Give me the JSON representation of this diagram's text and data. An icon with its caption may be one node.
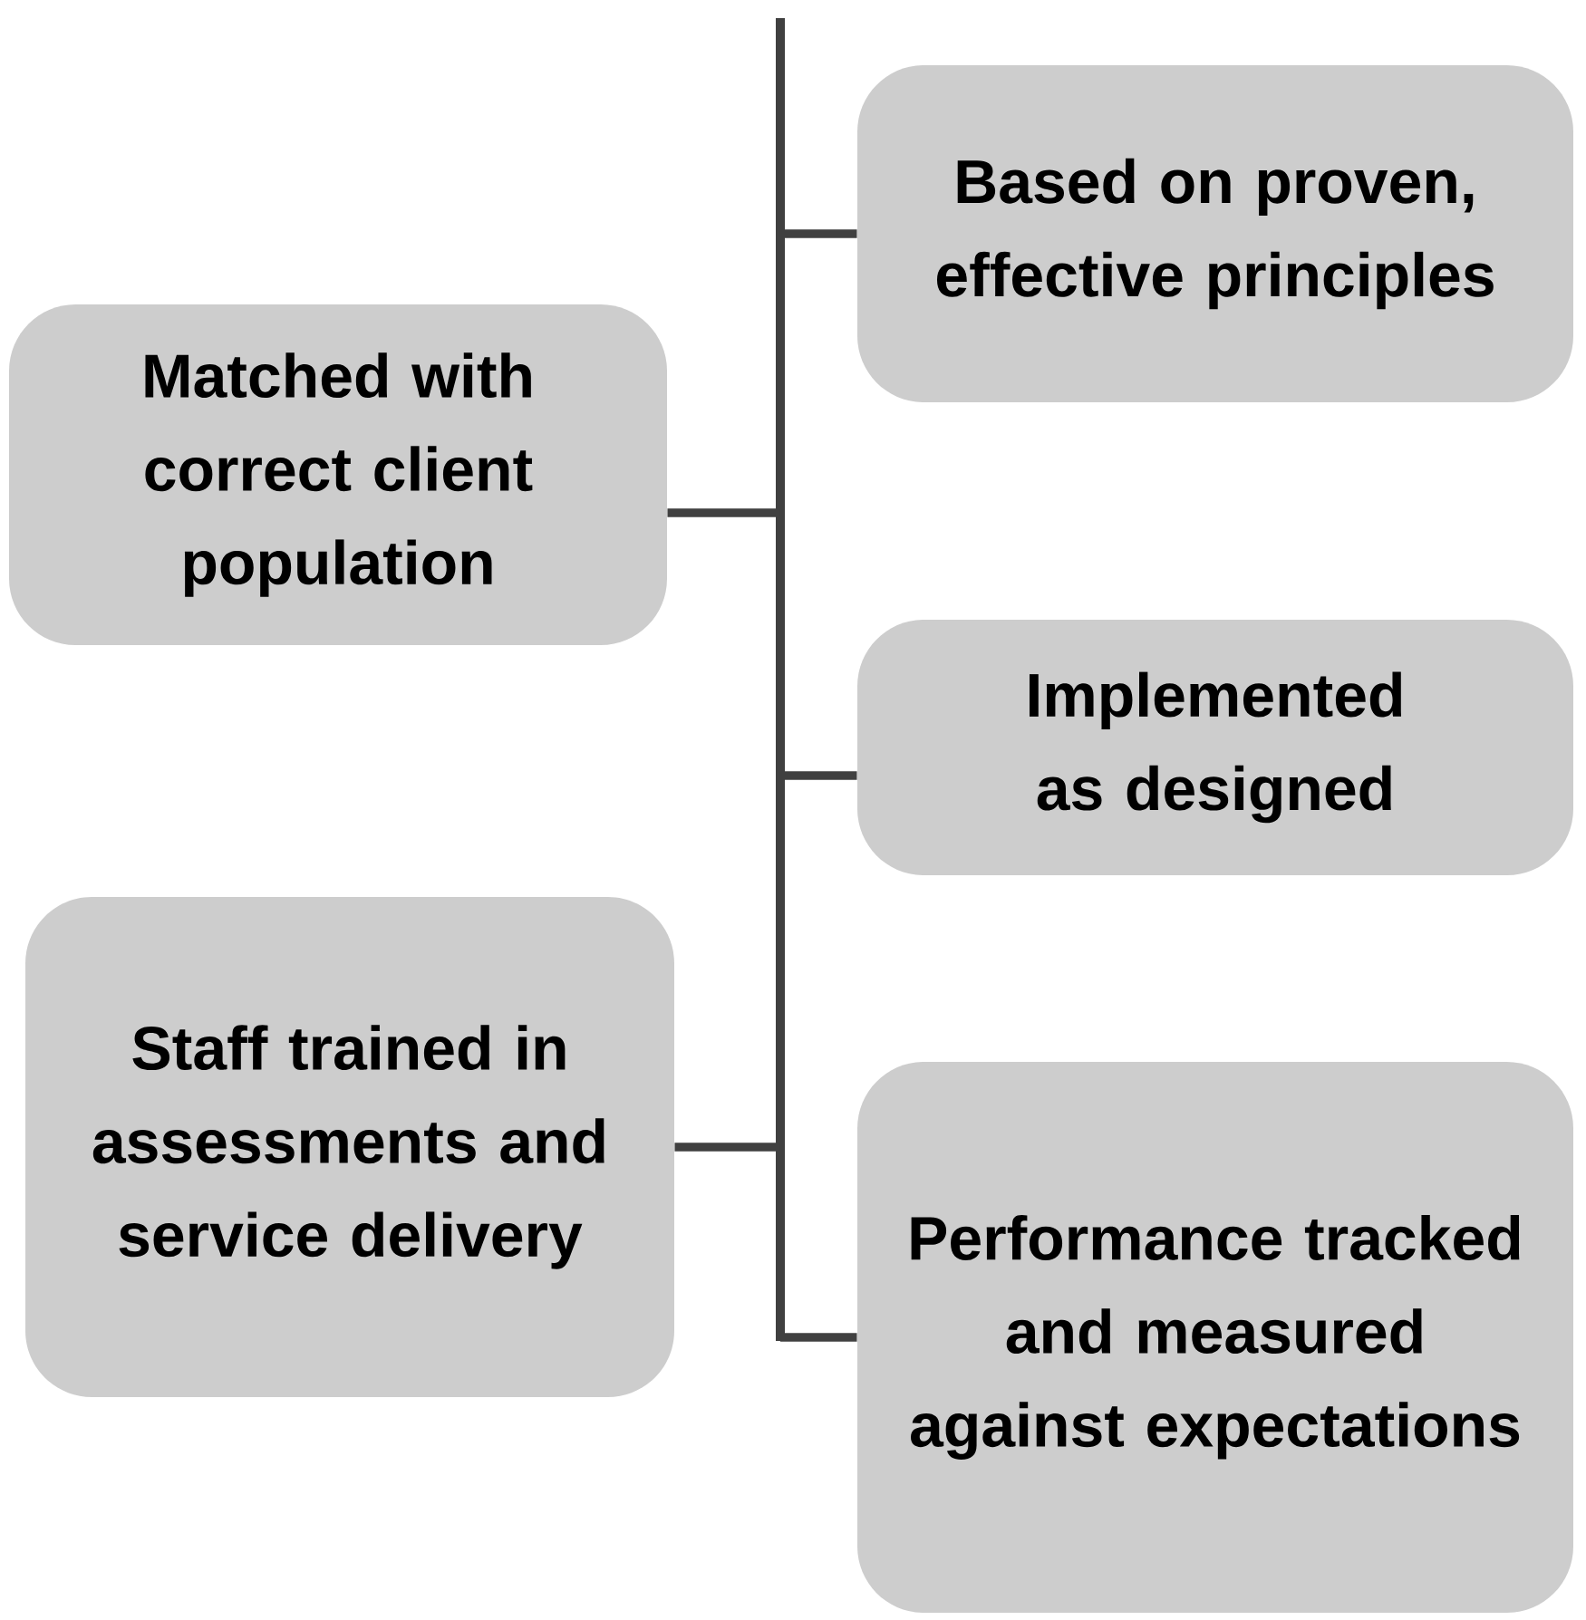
{
  "diagram": {
    "nodes": [
      {
        "text": [],
        "shape": "bar"
      },
      {
        "text": [
          "Based on proven, effective principles"
        ]
      },
      {
        "text": [
          "Matched with correct client population"
        ]
      },
      {
        "text": [
          "Implemented as designed"
        ]
      },
      {
        "text": [
          "Staff trained in assessments and service delivery"
        ]
      },
      {
        "text": [
          "Performance tracked and measured against expectations"
        ]
      }
    ],
    "edges": [
      {
        "from": 0,
        "to": 1,
        "arrow": "none"
      },
      {
        "from": 0,
        "to": 2,
        "arrow": "none"
      },
      {
        "from": 0,
        "to": 3,
        "arrow": "none"
      },
      {
        "from": 0,
        "to": 4,
        "arrow": "none"
      },
      {
        "from": 0,
        "to": 5,
        "arrow": "none"
      }
    ]
  }
}
